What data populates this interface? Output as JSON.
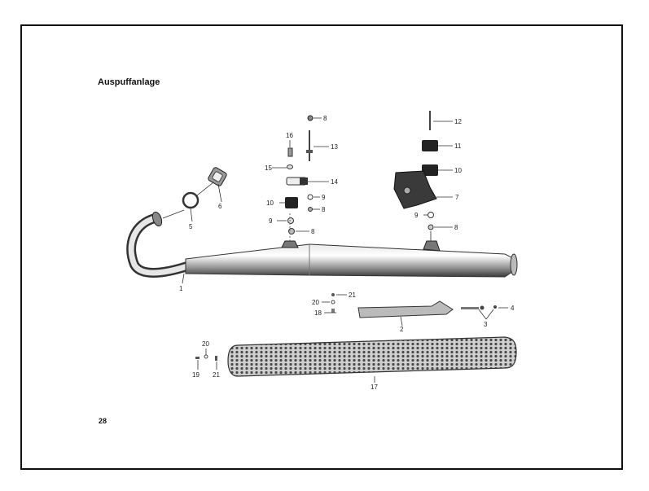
{
  "document": {
    "title": "Auspuffanlage",
    "page_number": "28"
  },
  "parts": [
    {
      "id": "p1",
      "number": "1"
    },
    {
      "id": "p2",
      "number": "2"
    },
    {
      "id": "p3",
      "number": "3"
    },
    {
      "id": "p4",
      "number": "4"
    },
    {
      "id": "p5",
      "number": "5"
    },
    {
      "id": "p6",
      "number": "6"
    },
    {
      "id": "p7",
      "number": "7"
    },
    {
      "id": "p8a",
      "number": "8"
    },
    {
      "id": "p8b",
      "number": "8"
    },
    {
      "id": "p8c",
      "number": "8"
    },
    {
      "id": "p8d",
      "number": "8"
    },
    {
      "id": "p9a",
      "number": "9"
    },
    {
      "id": "p9b",
      "number": "9"
    },
    {
      "id": "p9c",
      "number": "9"
    },
    {
      "id": "p10a",
      "number": "10"
    },
    {
      "id": "p10b",
      "number": "10"
    },
    {
      "id": "p11",
      "number": "11"
    },
    {
      "id": "p12",
      "number": "12"
    },
    {
      "id": "p13",
      "number": "13"
    },
    {
      "id": "p14",
      "number": "14"
    },
    {
      "id": "p15",
      "number": "15"
    },
    {
      "id": "p16",
      "number": "16"
    },
    {
      "id": "p17",
      "number": "17"
    },
    {
      "id": "p18",
      "number": "18"
    },
    {
      "id": "p19",
      "number": "19"
    },
    {
      "id": "p20a",
      "number": "20"
    },
    {
      "id": "p20b",
      "number": "20"
    },
    {
      "id": "p21a",
      "number": "21"
    },
    {
      "id": "p21b",
      "number": "21"
    }
  ]
}
